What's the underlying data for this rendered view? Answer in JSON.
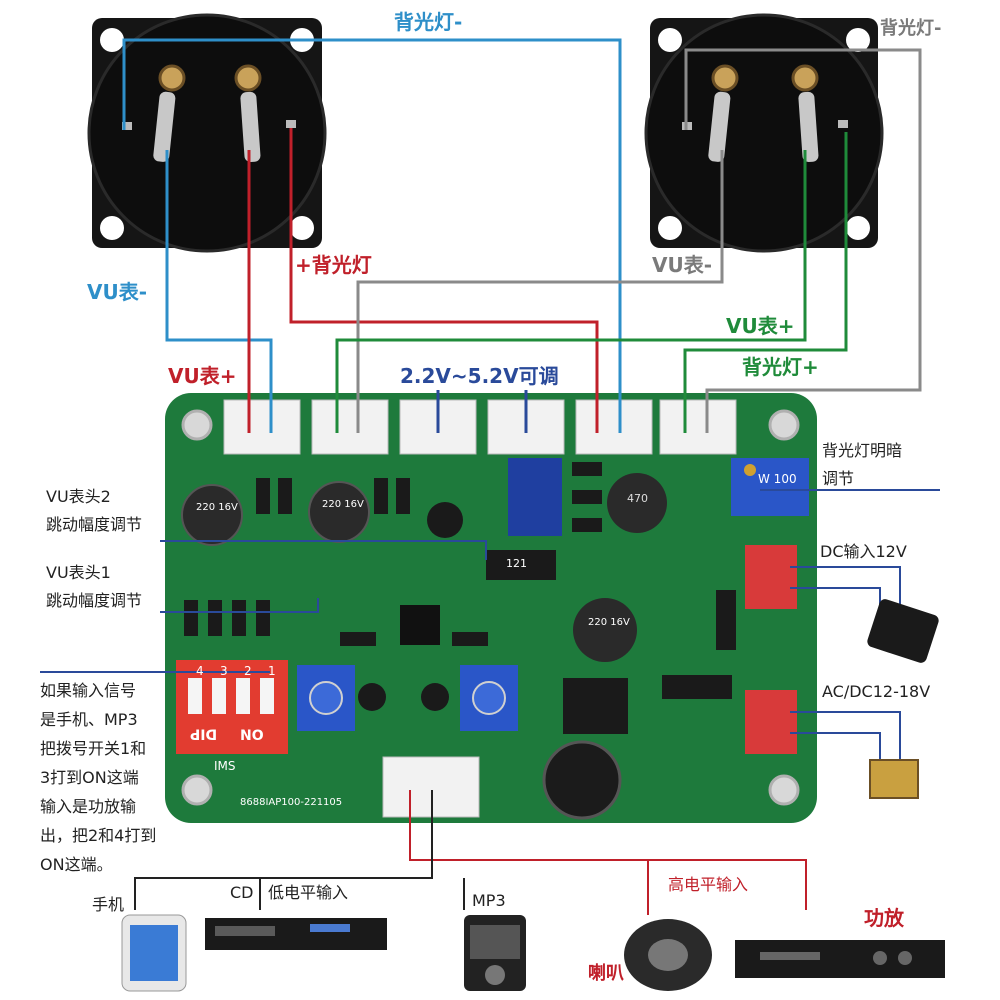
{
  "labels": {
    "backlight_minus_top": "背光灯-",
    "backlight_minus_right": "背光灯-",
    "backlight_plus_left": "+背光灯",
    "vu_minus_left": "VU表-",
    "vu_minus_right": "VU表-",
    "vu_plus_left": "VU表+",
    "vu_plus_right": "VU表+",
    "backlight_plus_right": "背光灯+",
    "adjustable_voltage": "2.2V~5.2V可调",
    "backlight_brightness": "背光灯明暗",
    "backlight_brightness_2": "调节",
    "dc_input": "DC输入12V",
    "ac_dc_input": "AC/DC12-18V",
    "vu_head2_line1": "VU表头2",
    "vu_head2_line2": "跳动幅度调节",
    "vu_head1_line1": "VU表头1",
    "vu_head1_line2": "跳动幅度调节",
    "dip_note": [
      "如果输入信号",
      "是手机、MP3",
      "把拨号开关1和",
      "3打到ON这端",
      "输入是功放输",
      "出，把2和4打到",
      "ON这端。"
    ],
    "phone": "手机",
    "cd": "CD",
    "low_level_input": "低电平输入",
    "mp3": "MP3",
    "high_level_input": "高电平输入",
    "amplifier": "功放",
    "speaker": "喇叭"
  },
  "board_silkscreen": {
    "dip_text": "DIP",
    "on_text": "ON",
    "dip_numbers": [
      "4",
      "3",
      "2",
      "1"
    ],
    "ims": "IMS",
    "serial": "8688IAP100-221105",
    "cap1": "220 16V",
    "cap2": "220 16V",
    "cap3": "220 16V",
    "inductor": "470",
    "ic121": "121",
    "pot_value": "W 100"
  },
  "colors": {
    "blue_wire": "#2e8fc9",
    "red_wire": "#c0202a",
    "green_wire": "#1f8b3a",
    "gray_wire": "#8a8a8a",
    "navy_wire": "#2a4a9a",
    "pcb_green": "#1e7a3c"
  }
}
